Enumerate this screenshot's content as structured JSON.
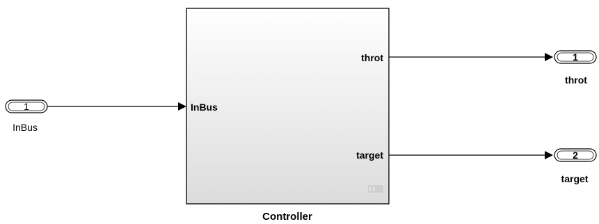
{
  "inport": {
    "number": "1",
    "name": "InBus"
  },
  "subsystem": {
    "name": "Controller",
    "input_port": "InBus",
    "output_ports": [
      "throt",
      "target"
    ]
  },
  "outports": [
    {
      "number": "1",
      "name": "throt"
    },
    {
      "number": "2",
      "name": "target"
    }
  ]
}
